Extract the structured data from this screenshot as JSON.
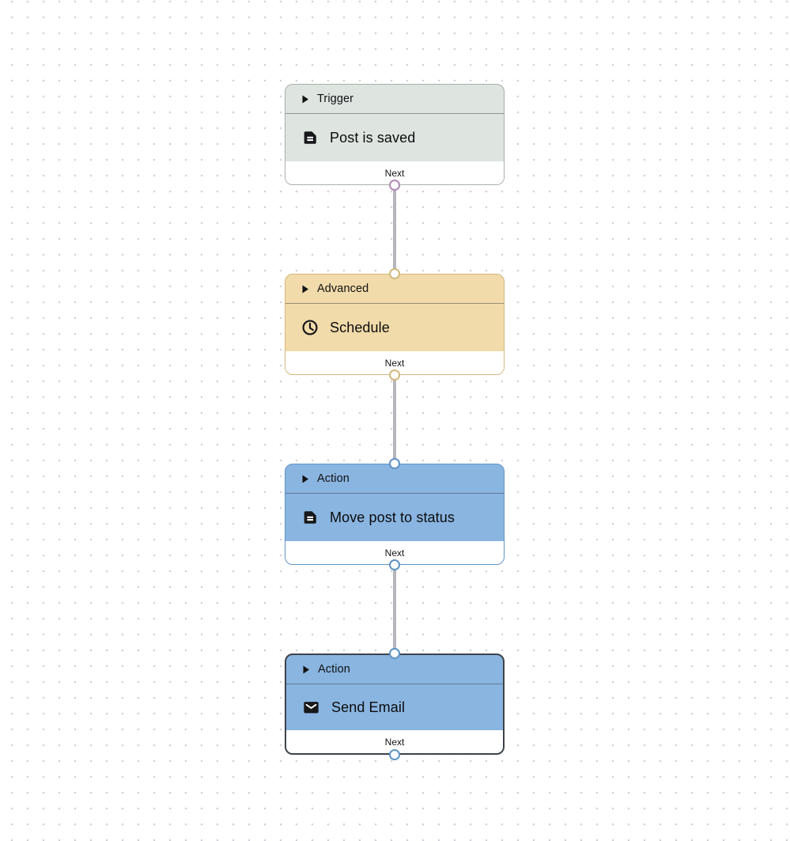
{
  "canvas": {
    "background_dot_color": "#d2d2d7",
    "edge_color": "#b5b5bd"
  },
  "icons": {
    "caret": "caret-right-icon",
    "document": "document-icon",
    "clock": "clock-icon",
    "email": "email-icon"
  },
  "nodes": [
    {
      "id": "trigger",
      "category": "Trigger",
      "title": "Post is saved",
      "icon": "document-icon",
      "footer_label": "Next",
      "selected": false,
      "colors": {
        "fill": "#dee4df",
        "border": "#a7b0a9",
        "handle": "#b289b4"
      }
    },
    {
      "id": "advanced",
      "category": "Advanced",
      "title": "Schedule",
      "icon": "clock-icon",
      "footer_label": "Next",
      "selected": false,
      "colors": {
        "fill": "#f2dbaa",
        "border": "#d2b87d",
        "handle": "#d2b87d"
      }
    },
    {
      "id": "action-move-post",
      "category": "Action",
      "title": "Move post to status",
      "icon": "document-icon",
      "footer_label": "Next",
      "selected": false,
      "colors": {
        "fill": "#8ab5e1",
        "border": "#6094c5",
        "handle": "#6094c5"
      }
    },
    {
      "id": "action-send-email",
      "category": "Action",
      "title": "Send Email",
      "icon": "email-icon",
      "footer_label": "Next",
      "selected": true,
      "colors": {
        "fill": "#8ab5e1",
        "border": "#3d424a",
        "handle": "#6094c5"
      }
    }
  ]
}
